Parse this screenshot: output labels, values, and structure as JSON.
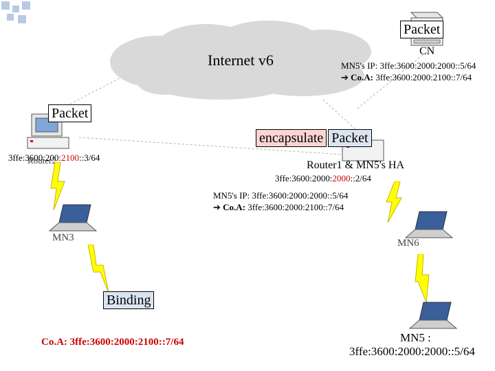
{
  "colors": {
    "packet_box": "#ffffff",
    "binding_box": "#dbe5f1",
    "encapsulate_box": "#fbd4d4",
    "packet_fill": "#dbe5f1",
    "highlight_red": "#cc0000",
    "cloud": "#d9d9d9",
    "lightning": "#ffff00",
    "deco_square": "#b8c9e3"
  },
  "cloud": {
    "label": "Internet v6"
  },
  "cn": {
    "label": "CN",
    "packet_label": "Packet",
    "ip_line": "MN5's IP: 3ffe:3600:2000:2000::5/64",
    "coa_prefix": "Co.A:",
    "coa_value": "3ffe:3600:2000:2100::7/64"
  },
  "router2": {
    "label": "Router2",
    "packet_label": "Packet",
    "addr_prefix": "3ffe:3600:2",
    "addr_mid": "00:",
    "addr_red": "2100",
    "addr_suffix": "::3/64"
  },
  "router1": {
    "label": "Router1 & MN5's HA",
    "encapsulate_label": "encapsulate",
    "packet_label": "Packet",
    "addr_prefix": "3ffe:3600:2000:",
    "addr_red": "2000",
    "addr_suffix": "::2/64",
    "ip_line": "MN5's IP: 3ffe:3600:2000:2000::5/64",
    "coa_prefix": "Co.A:",
    "coa_value": "3ffe:3600:2000:2100::7/64"
  },
  "mn3": {
    "label": "MN3",
    "binding_label": "Binding",
    "coa_line": "Co.A: 3ffe:3600:2000:2100::7/64"
  },
  "mn6": {
    "label": "MN6"
  },
  "mn5": {
    "label": "MN5 :",
    "addr": "3ffe:3600:2000:2000::5/64"
  },
  "icons": {
    "arrow": "right-arrow-icon",
    "router": "router-icon",
    "laptop": "laptop-icon",
    "cloud": "cloud-icon",
    "lightning": "lightning-icon"
  }
}
